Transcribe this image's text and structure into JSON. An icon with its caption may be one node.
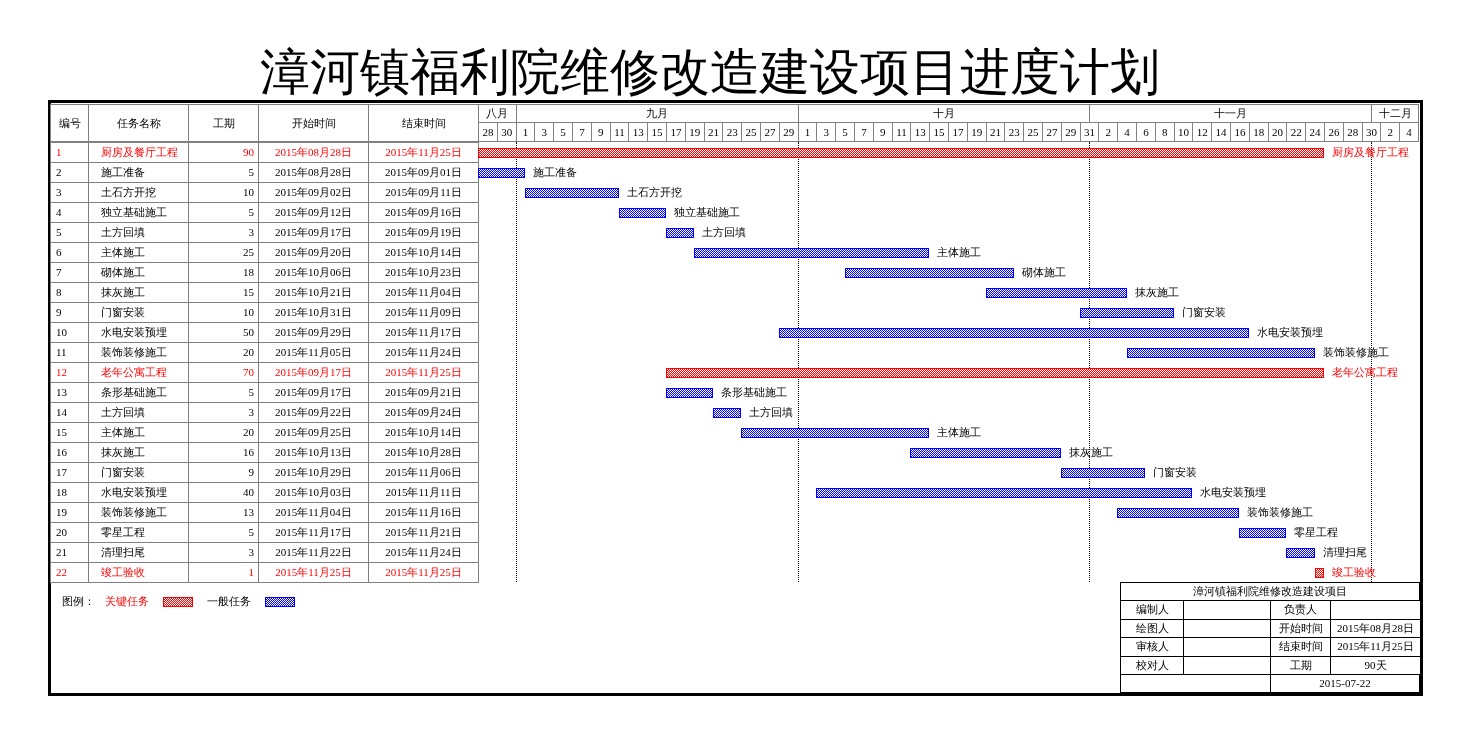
{
  "diagram": {
    "title": "漳河镇福利院维修改造建设项目进度计划",
    "labels": [
      "编号",
      "任务名称",
      "工期",
      "开始时间",
      "结束时间",
      "八月",
      "九月",
      "十月",
      "十一月",
      "十二月",
      "28",
      "30",
      "1",
      "3",
      "5",
      "7",
      "9",
      "11",
      "13",
      "15",
      "17",
      "19",
      "21",
      "23",
      "25",
      "27",
      "29",
      "1",
      "3",
      "5",
      "7",
      "9",
      "11",
      "13",
      "15",
      "17",
      "19",
      "21",
      "23",
      "25",
      "27",
      "29",
      "31",
      "2",
      "4",
      "6",
      "8",
      "10",
      "12",
      "14",
      "16",
      "18",
      "20",
      "22",
      "24",
      "26",
      "28",
      "30",
      "2",
      "4",
      "1",
      "厨房及餐厅工程",
      "90",
      "2015年08月28日",
      "2015年11月25日",
      "厨房及餐厅工程",
      "2",
      "施工准备",
      "5",
      "2015年08月28日",
      "2015年09月01日",
      "施工准备",
      "3",
      "土石方开挖",
      "10",
      "2015年09月02日",
      "2015年09月11日",
      "土石方开挖",
      "4",
      "独立基础施工",
      "5",
      "2015年09月12日",
      "2015年09月16日",
      "独立基础施工",
      "5",
      "土方回填",
      "3",
      "2015年09月17日",
      "2015年09月19日",
      "土方回填",
      "6",
      "主体施工",
      "25",
      "2015年09月20日",
      "2015年10月14日",
      "主体施工",
      "7",
      "砌体施工",
      "18",
      "2015年10月06日",
      "2015年10月23日",
      "砌体施工",
      "8",
      "抹灰施工",
      "15",
      "2015年10月21日",
      "2015年11月04日",
      "抹灰施工",
      "9",
      "门窗安装",
      "10",
      "2015年10月31日",
      "2015年11月09日",
      "门窗安装",
      "10",
      "水电安装预埋",
      "50",
      "2015年09月29日",
      "2015年11月17日",
      "水电安装预埋",
      "11",
      "装饰装修施工",
      "20",
      "2015年11月05日",
      "2015年11月24日",
      "装饰装修施工",
      "12",
      "老年公寓工程",
      "70",
      "2015年09月17日",
      "2015年11月25日",
      "老年公寓工程",
      "13",
      "条形基础施工",
      "5",
      "2015年09月17日",
      "2015年09月21日",
      "条形基础施工",
      "14",
      "土方回填",
      "3",
      "2015年09月22日",
      "2015年09月24日",
      "土方回填",
      "15",
      "主体施工",
      "20",
      "2015年09月25日",
      "2015年10月14日",
      "主体施工",
      "16",
      "抹灰施工",
      "16",
      "2015年10月13日",
      "2015年10月28日",
      "抹灰施工",
      "17",
      "门窗安装",
      "9",
      "2015年10月29日",
      "2015年11月06日",
      "门窗安装",
      "18",
      "水电安装预埋",
      "40",
      "2015年10月03日",
      "2015年11月11日",
      "水电安装预埋",
      "19",
      "装饰装修施工",
      "13",
      "2015年11月04日",
      "2015年11月16日",
      "装饰装修施工",
      "20",
      "零星工程",
      "5",
      "2015年11月17日",
      "2015年11月21日",
      "零星工程",
      "21",
      "清理扫尾",
      "3",
      "2015年11月22日",
      "2015年11月24日",
      "清理扫尾",
      "22",
      "竣工验收",
      "1",
      "2015年11月25日",
      "2015年11月25日",
      "竣工验收",
      "图例：",
      "漳河镇福利院维修改造建设项目",
      "编制人",
      "负责人",
      "绘图人",
      "开始时间",
      "2015年08月28日",
      "审核人",
      "结束时间",
      "2015年11月25日",
      "校对人",
      "工期",
      "90天",
      "2015-07-22"
    ],
    "legend": [
      {
        "text": "关键任务",
        "color": "#ff0000"
      },
      {
        "text": "一般任务",
        "color": "#0000ff"
      }
    ]
  }
}
